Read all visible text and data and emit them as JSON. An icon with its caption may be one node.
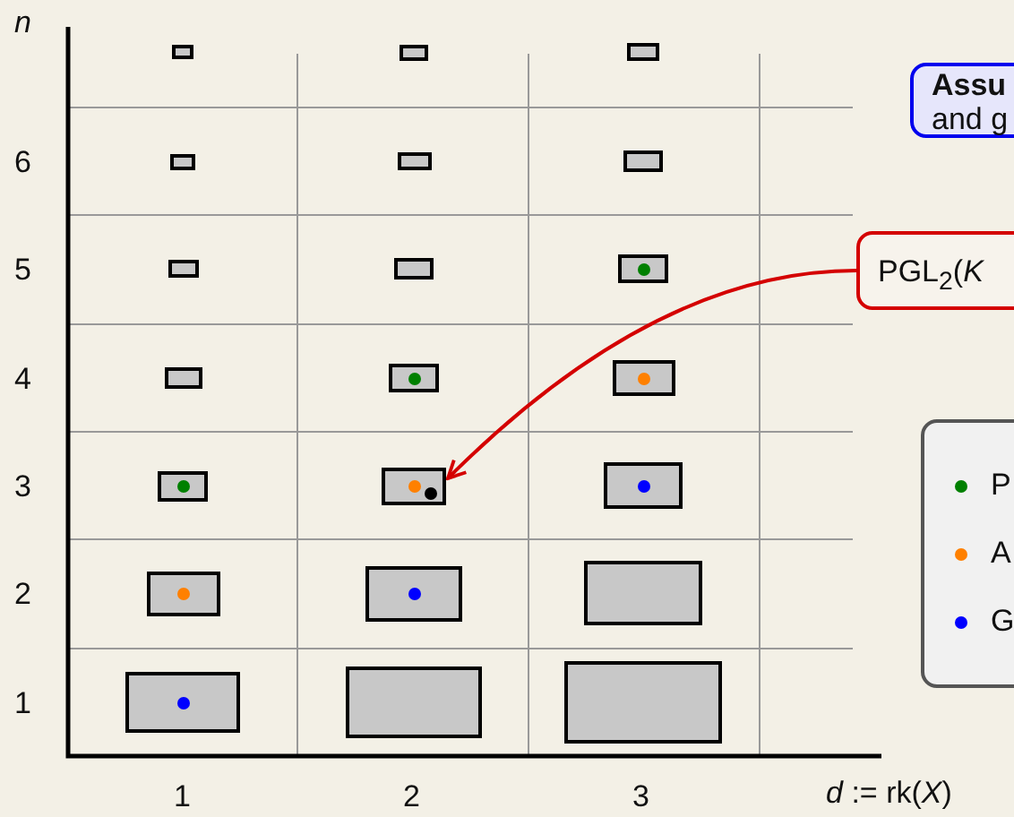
{
  "diagram": {
    "nodes": [
      {
        "text": [],
        "shape": "box"
      },
      {
        "text": [],
        "shape": "box"
      },
      {
        "text": [],
        "shape": "box"
      },
      {
        "text": [],
        "shape": "box"
      },
      {
        "text": [],
        "shape": "box"
      },
      {
        "text": [],
        "shape": "box"
      },
      {
        "text": [],
        "shape": "box"
      },
      {
        "text": [],
        "shape": "box"
      },
      {
        "text": [],
        "shape": "box"
      },
      {
        "text": [],
        "shape": "box"
      },
      {
        "text": [],
        "shape": "box"
      },
      {
        "text": [],
        "shape": "box"
      },
      {
        "text": [],
        "shape": "box"
      },
      {
        "text": [],
        "shape": "box"
      },
      {
        "text": [],
        "shape": "box"
      },
      {
        "text": [],
        "shape": "box"
      },
      {
        "text": [],
        "shape": "box"
      },
      {
        "text": [],
        "shape": "box"
      },
      {
        "text": [],
        "shape": "box"
      },
      {
        "text": [],
        "shape": "box"
      },
      {
        "text": [],
        "shape": "box"
      },
      {
        "text": [
          "Assu",
          "and g"
        ]
      },
      {
        "text": [
          "PGL$_{2}$(*K*"
        ]
      }
    ],
    "edges": [
      {
        "from": 22,
        "to": 13,
        "arrow": "to"
      }
    ],
    "labels": [
      "*n*",
      "6",
      "5",
      "4",
      "3",
      "2",
      "1",
      "1",
      "2",
      "3",
      "*d* := rk(*X*)"
    ],
    "legend": [
      {
        "text": "P",
        "color": "#008000"
      },
      {
        "text": "A",
        "color": "#ff8000"
      },
      {
        "text": "G",
        "color": "#0000ff"
      }
    ]
  }
}
